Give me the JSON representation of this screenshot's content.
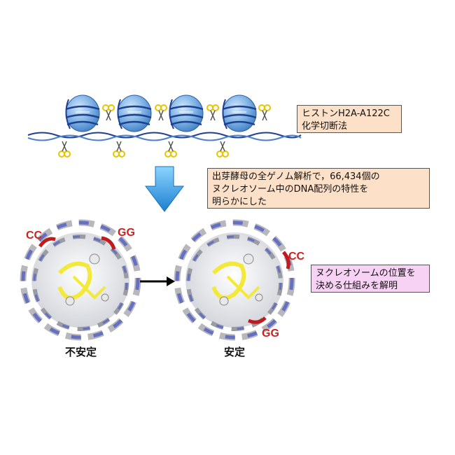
{
  "method_box": {
    "lines": [
      "ヒストンH2A-A122C",
      "化学切断法"
    ]
  },
  "finding_box": {
    "lines": [
      "出芽酵母の全ゲノム解析で，66,434個の",
      "ヌクレオソーム中のDNA配列の特性を",
      "明らかにした"
    ]
  },
  "result_box": {
    "lines": [
      "ヌクレオソームの位置を",
      "決める仕組みを解明"
    ]
  },
  "left_structure": {
    "caption": "不安定",
    "label_cc": "CC",
    "label_gg": "GG"
  },
  "right_structure": {
    "caption": "安定",
    "label_cc": "CC",
    "label_gg": "GG"
  },
  "colors": {
    "histone": "#5b9bd5",
    "dna_dark": "#1f3f8f",
    "dna_light": "#4f7fd0",
    "scissors": "#e8c400",
    "down_arrow": "#2a8fd8",
    "red_label": "#d21e1e",
    "dna_model_blue": "#6670c0",
    "dna_model_gray": "#b8b8bc",
    "helix_yellow": "#f3e93a"
  }
}
